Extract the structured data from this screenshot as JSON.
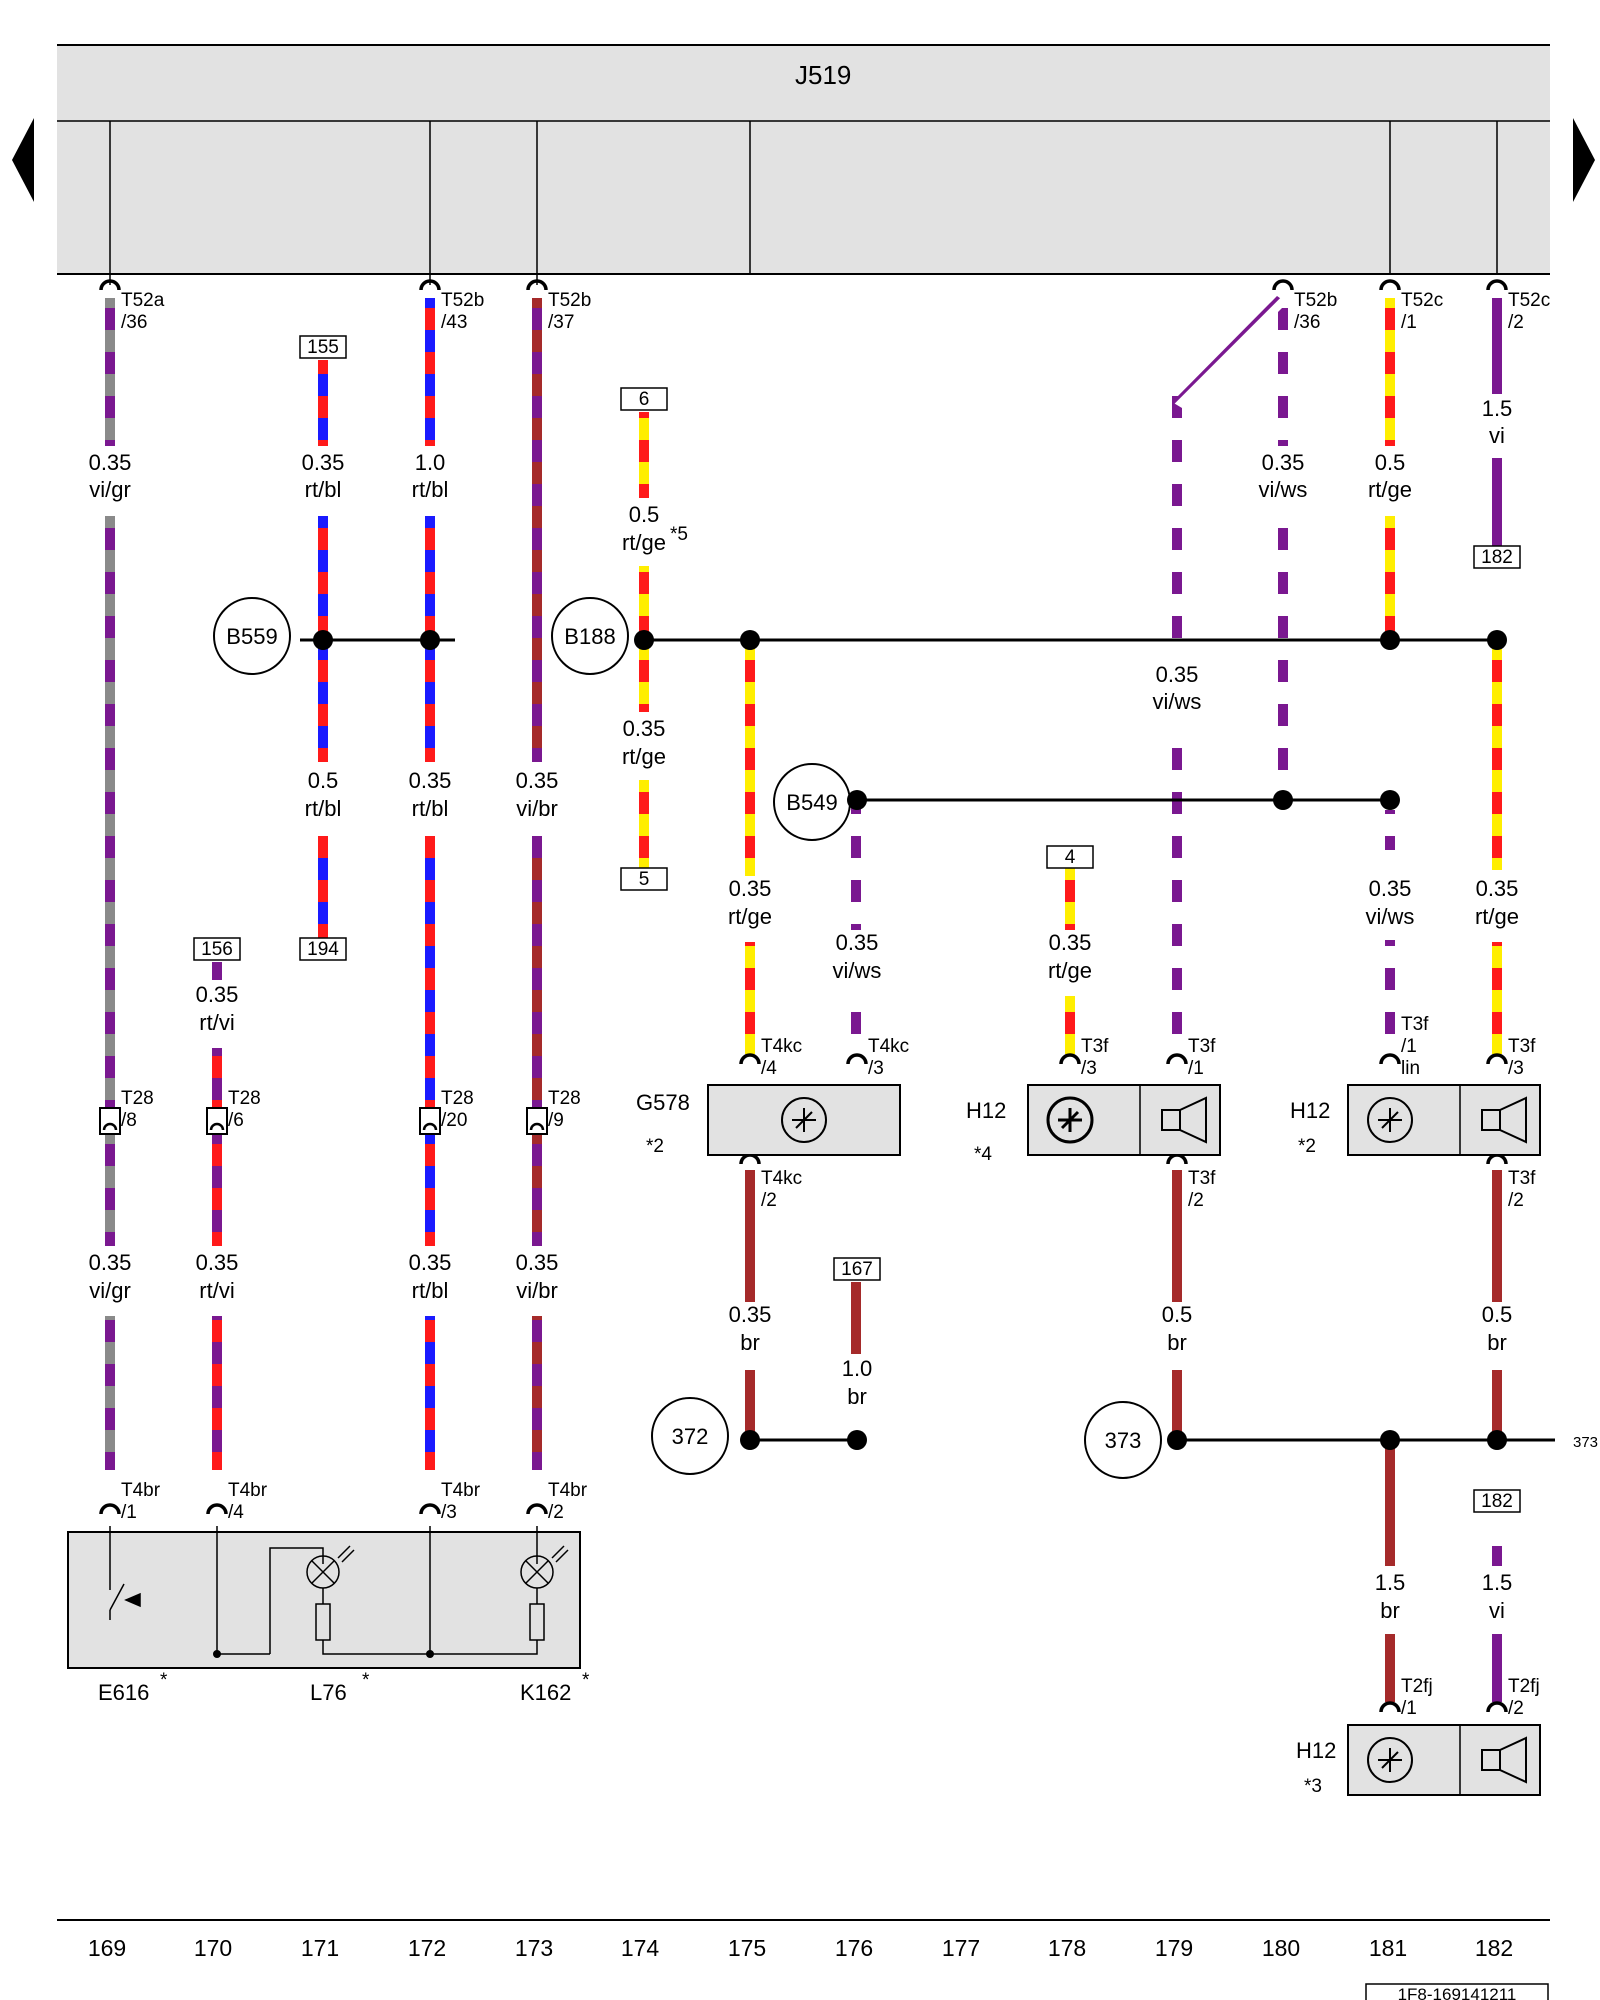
{
  "module": {
    "name": "J519"
  },
  "nav": {
    "prev_icon": "triangle-left-icon",
    "next_icon": "triangle-right-icon"
  },
  "colors": {
    "red": "#ff1a1a",
    "yellow": "#ffee00",
    "blue": "#1a1aff",
    "violet": "#7a1890",
    "grey": "#8a8a8a",
    "white": "#ffffff",
    "brown": "#a52a2a",
    "box": "#e2e2e2"
  },
  "wires": [
    {
      "id": "w169top",
      "size": "0.35",
      "color": "vi/gr"
    },
    {
      "id": "w171top",
      "size": "0.35",
      "color": "rt/bl"
    },
    {
      "id": "w172top",
      "size": "1.0",
      "color": "rt/bl"
    },
    {
      "id": "w174top",
      "size": "0.5",
      "color": "rt/ge",
      "note": "*5"
    },
    {
      "id": "w180top",
      "size": "0.35",
      "color": "vi/ws"
    },
    {
      "id": "w181top",
      "size": "0.5",
      "color": "rt/ge"
    },
    {
      "id": "w182top",
      "size": "1.5",
      "color": "vi"
    },
    {
      "id": "w179mid",
      "size": "0.35",
      "color": "vi/ws"
    },
    {
      "id": "w174mid",
      "size": "0.35",
      "color": "rt/ge"
    },
    {
      "id": "w171mid",
      "size": "0.5",
      "color": "rt/bl"
    },
    {
      "id": "w172mid",
      "size": "0.35",
      "color": "rt/bl"
    },
    {
      "id": "w173mid",
      "size": "0.35",
      "color": "vi/br"
    },
    {
      "id": "w175mid",
      "size": "0.35",
      "color": "rt/ge"
    },
    {
      "id": "w176mid",
      "size": "0.35",
      "color": "vi/ws"
    },
    {
      "id": "w178mid",
      "size": "0.35",
      "color": "rt/ge"
    },
    {
      "id": "w181mid",
      "size": "0.35",
      "color": "vi/ws"
    },
    {
      "id": "w182mid",
      "size": "0.35",
      "color": "rt/ge"
    },
    {
      "id": "w170mid",
      "size": "0.35",
      "color": "rt/vi"
    },
    {
      "id": "w169bot",
      "size": "0.35",
      "color": "vi/gr"
    },
    {
      "id": "w170bot",
      "size": "0.35",
      "color": "rt/vi"
    },
    {
      "id": "w172bot",
      "size": "0.35",
      "color": "rt/bl"
    },
    {
      "id": "w173bot",
      "size": "0.35",
      "color": "vi/br"
    },
    {
      "id": "w175bot",
      "size": "0.35",
      "color": "br"
    },
    {
      "id": "w176bot",
      "size": "1.0",
      "color": "br"
    },
    {
      "id": "w179bot",
      "size": "0.5",
      "color": "br"
    },
    {
      "id": "w182bot",
      "size": "0.5",
      "color": "br"
    },
    {
      "id": "w181low",
      "size": "1.5",
      "color": "br"
    },
    {
      "id": "w182low",
      "size": "1.5",
      "color": "vi"
    }
  ],
  "connectors": {
    "t52a36": [
      "T52a",
      "/36"
    ],
    "t52b43": [
      "T52b",
      "/43"
    ],
    "t52b37": [
      "T52b",
      "/37"
    ],
    "t52b36": [
      "T52b",
      "/36"
    ],
    "t52c1": [
      "T52c",
      "/1"
    ],
    "t52c2": [
      "T52c",
      "/2"
    ],
    "t28_8": [
      "T28",
      "/8"
    ],
    "t28_6": [
      "T28",
      "/6"
    ],
    "t28_20": [
      "T28",
      "/20"
    ],
    "t28_9": [
      "T28",
      "/9"
    ],
    "t4kc4": [
      "T4kc",
      "/4"
    ],
    "t4kc3": [
      "T4kc",
      "/3"
    ],
    "t4kc2": [
      "T4kc",
      "/2"
    ],
    "t3f3a": [
      "T3f",
      "/3"
    ],
    "t3f1a": [
      "T3f",
      "/1"
    ],
    "t3f2a": [
      "T3f",
      "/2"
    ],
    "t3f1lin": [
      "T3f",
      "/1",
      "lin"
    ],
    "t3f3b": [
      "T3f",
      "/3"
    ],
    "t3f2b": [
      "T3f",
      "/2"
    ],
    "t4br1": [
      "T4br",
      "/1"
    ],
    "t4br4": [
      "T4br",
      "/4"
    ],
    "t4br3": [
      "T4br",
      "/3"
    ],
    "t4br2": [
      "T4br",
      "/2"
    ],
    "t2fj1": [
      "T2fj",
      "/1"
    ],
    "t2fj2": [
      "T2fj",
      "/2"
    ]
  },
  "splices": {
    "b559": "B559",
    "b188": "B188",
    "b549": "B549"
  },
  "grounds": {
    "g372": "372",
    "g373": "373",
    "g373ref": "373"
  },
  "refs": {
    "r155": "155",
    "r6": "6",
    "r182a": "182",
    "r5": "5",
    "r194": "194",
    "r156": "156",
    "r4": "4",
    "r167": "167",
    "r182b": "182"
  },
  "components": {
    "g578": {
      "name": "G578",
      "note": "*2"
    },
    "h12a": {
      "name": "H12",
      "note": "*4"
    },
    "h12b": {
      "name": "H12",
      "note": "*2"
    },
    "h12c": {
      "name": "H12",
      "note": "*3"
    },
    "e616": {
      "name": "E616",
      "note": "*"
    },
    "l76": {
      "name": "L76",
      "note": "*"
    },
    "k162": {
      "name": "K162",
      "note": "*"
    }
  },
  "columns": [
    "169",
    "170",
    "171",
    "172",
    "173",
    "174",
    "175",
    "176",
    "177",
    "178",
    "179",
    "180",
    "181",
    "182"
  ],
  "footer": {
    "code": "1F8-169141211"
  }
}
